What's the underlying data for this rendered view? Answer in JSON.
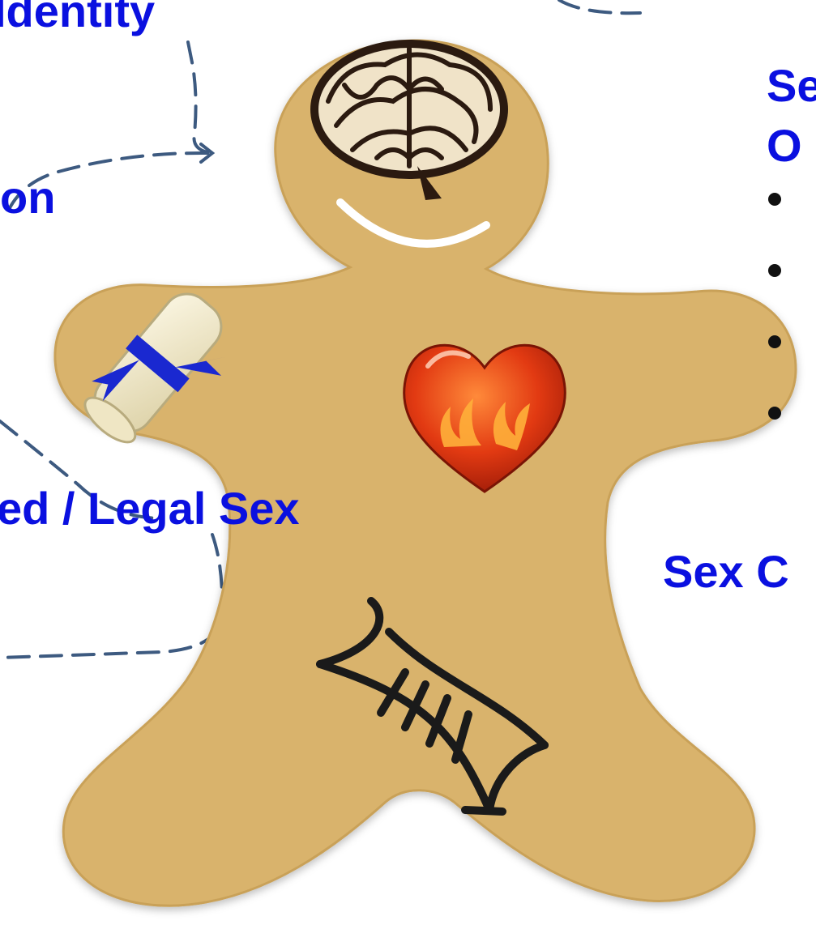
{
  "labels": {
    "gender_identity": "Identity",
    "gender_expression": "on",
    "assigned_sex": "ed / Legal Sex",
    "sexual_orientation_line1": "Se",
    "sexual_orientation_line2": "O",
    "sex_characteristics": "Sex C"
  },
  "orientation_bullets": [
    "",
    "",
    "",
    ""
  ],
  "colors": {
    "label": "#0a10e0",
    "dashed_line": "#3d5a80",
    "body": "#d9b36c",
    "body_edge": "#c9a158",
    "smile": "#ffffff",
    "ribbon": "#1a28d0",
    "scroll": "#f2ecd2",
    "heart": "#e23a12",
    "dna": "#1a1a1a",
    "brain": "#2b1a10"
  },
  "icons": [
    "brain-icon",
    "diploma-scroll-icon",
    "flaming-heart-icon",
    "dna-helix-icon",
    "smile-mouth"
  ]
}
